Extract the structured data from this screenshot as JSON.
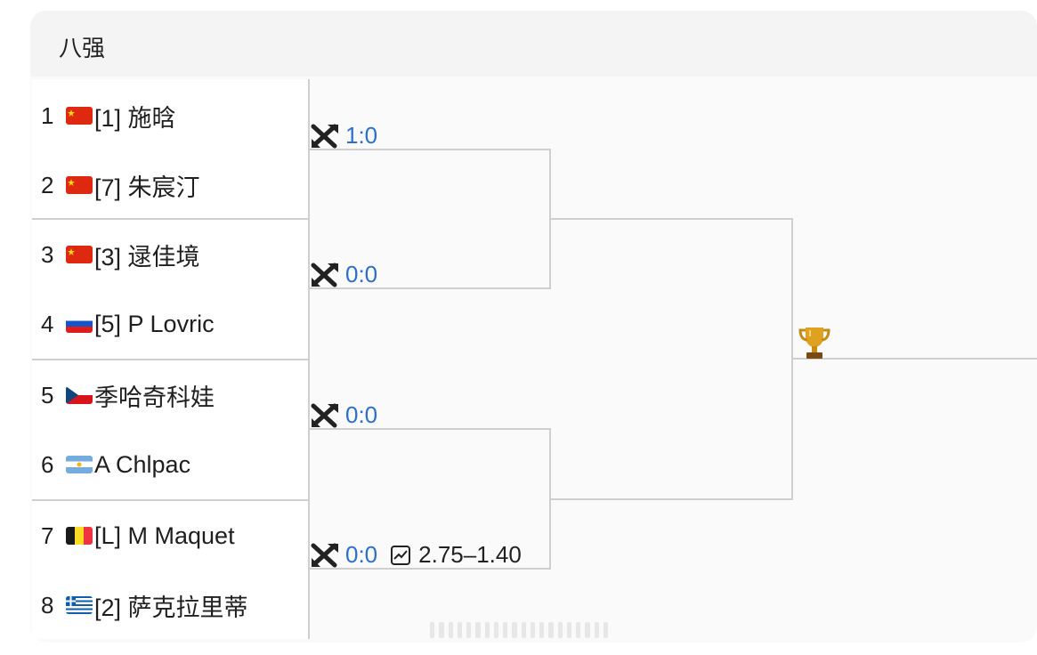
{
  "header": {
    "title": "八强"
  },
  "players": [
    {
      "seed_no": "1",
      "name": "[1] 施晗",
      "flag": "china-flag-icon"
    },
    {
      "seed_no": "2",
      "name": "[7] 朱宸汀",
      "flag": "china-flag-icon"
    },
    {
      "seed_no": "3",
      "name": "[3] 逯佳境",
      "flag": "china-flag-icon"
    },
    {
      "seed_no": "4",
      "name": "[5] P Lovric",
      "flag": "slovenia-flag-icon"
    },
    {
      "seed_no": "5",
      "name": " 季哈奇科娃",
      "flag": "czech-flag-icon"
    },
    {
      "seed_no": "6",
      "name": " A Chlpac",
      "flag": "argentina-flag-icon"
    },
    {
      "seed_no": "7",
      "name": "[L] M Maquet",
      "flag": "belgium-flag-icon"
    },
    {
      "seed_no": "8",
      "name": "[2] 萨克拉里蒂",
      "flag": "greece-flag-icon"
    }
  ],
  "matches": [
    {
      "score": "1:0"
    },
    {
      "score": "0:0"
    },
    {
      "score": "0:0"
    },
    {
      "score": "0:0",
      "odds": "2.75–1.40"
    }
  ],
  "icons": {
    "match": "crossed-swords-icon",
    "odds": "trend-chart-icon",
    "final": "trophy-icon"
  },
  "colors": {
    "score_link": "#2a6fd1",
    "bracket_line": "#cfcfcf",
    "trophy": "#e0a020"
  }
}
